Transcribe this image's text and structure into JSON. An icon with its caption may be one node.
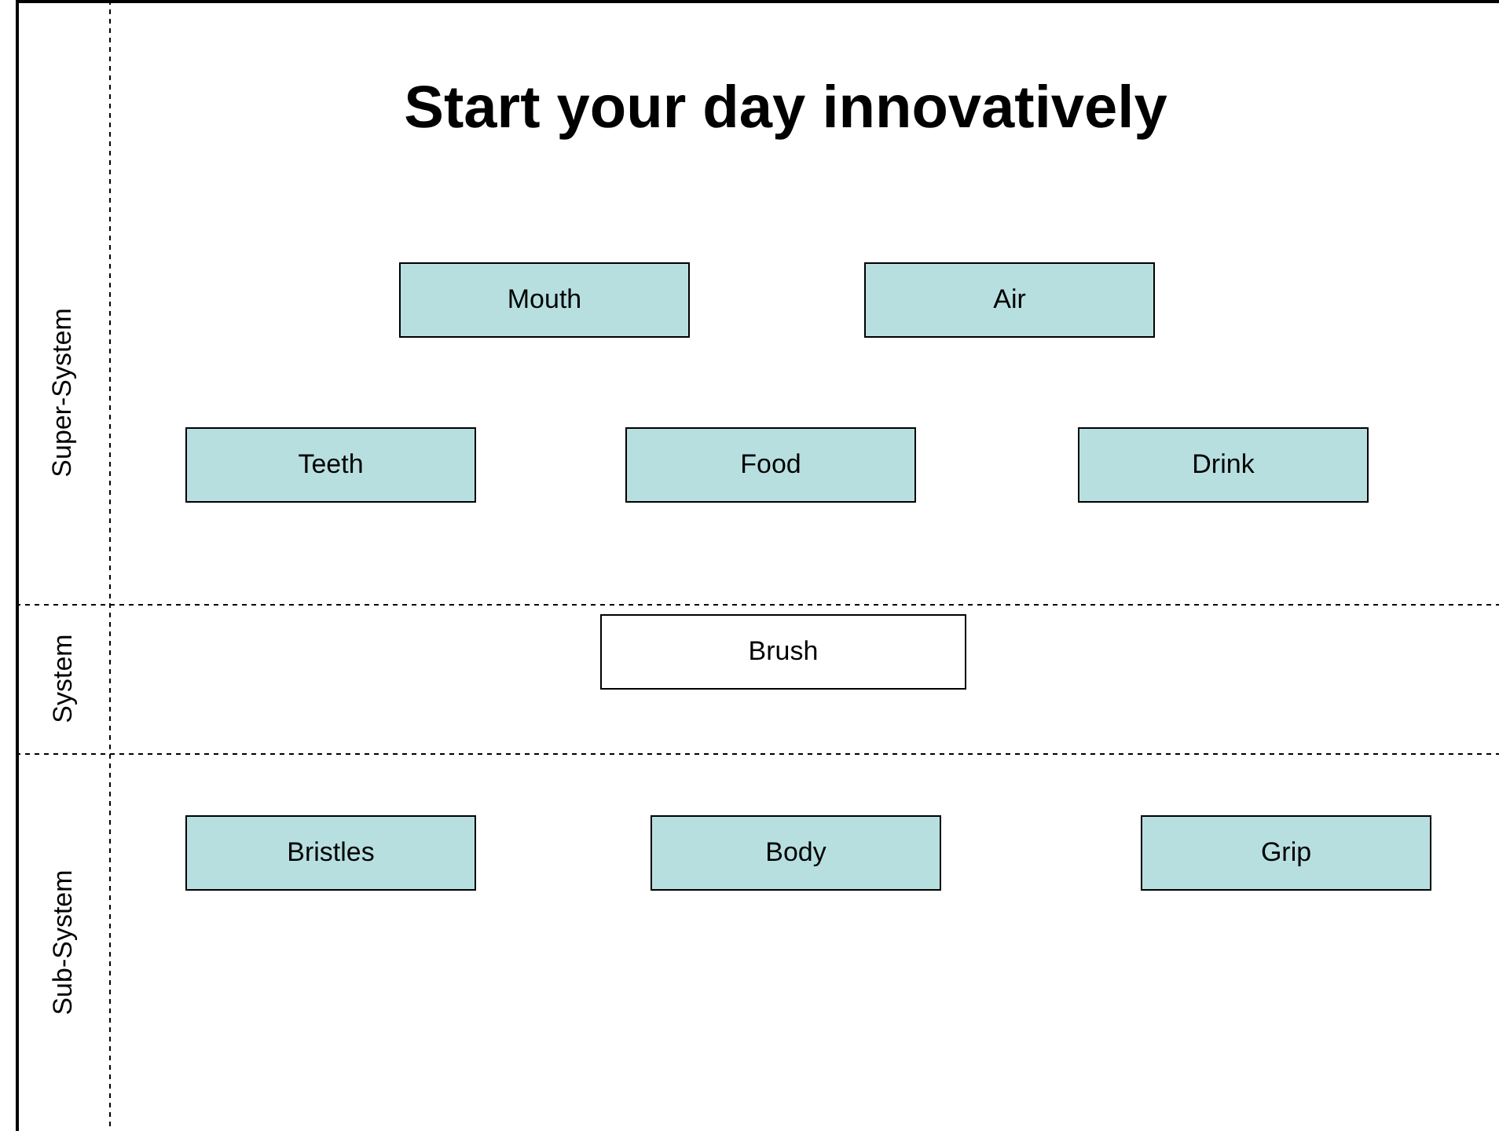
{
  "diagram": {
    "title": "Start your day innovatively",
    "nodes": [
      {
        "text": [
          "Super-System"
        ]
      },
      {
        "text": [
          "Mouth"
        ],
        "in": 0
      },
      {
        "text": [
          "Air"
        ],
        "in": 0
      },
      {
        "text": [
          "Teeth"
        ],
        "in": 0
      },
      {
        "text": [
          "Food"
        ],
        "in": 0
      },
      {
        "text": [
          "Drink"
        ],
        "in": 0
      },
      {
        "text": [
          "System"
        ]
      },
      {
        "text": [
          "Brush"
        ],
        "in": 6
      },
      {
        "text": [
          "Sub-System"
        ]
      },
      {
        "text": [
          "Bristles"
        ],
        "in": 8
      },
      {
        "text": [
          "Body"
        ],
        "in": 8
      },
      {
        "text": [
          "Grip"
        ],
        "in": 8
      }
    ],
    "edges": []
  }
}
